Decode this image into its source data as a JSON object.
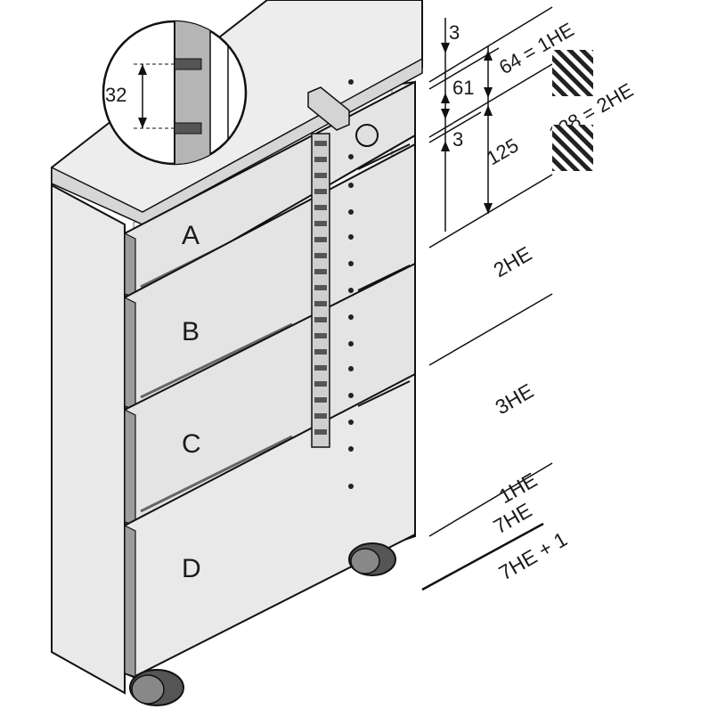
{
  "drawers": [
    {
      "label": "A"
    },
    {
      "label": "B"
    },
    {
      "label": "C"
    },
    {
      "label": "D"
    }
  ],
  "detail": {
    "spacing": "32"
  },
  "dimensions": {
    "top_gap": "3",
    "first_height": "61",
    "second_gap": "3",
    "second_height": "125",
    "one_he_equation": "64 = 1HE",
    "two_he_equation": "128 = 2HE"
  },
  "he_labels": {
    "drawer_a": "2HE",
    "drawer_bc": "3HE",
    "one_he": "1HE",
    "seven_he": "7HE",
    "seven_he_plus_one": "7HE + 1"
  },
  "colors": {
    "line": "#111111",
    "panel": "#f3f3f3",
    "panel_dark": "#d8d8d8",
    "front": "#e6e6e6",
    "front_edge": "#9a9a9a",
    "hatch": "#222222"
  }
}
